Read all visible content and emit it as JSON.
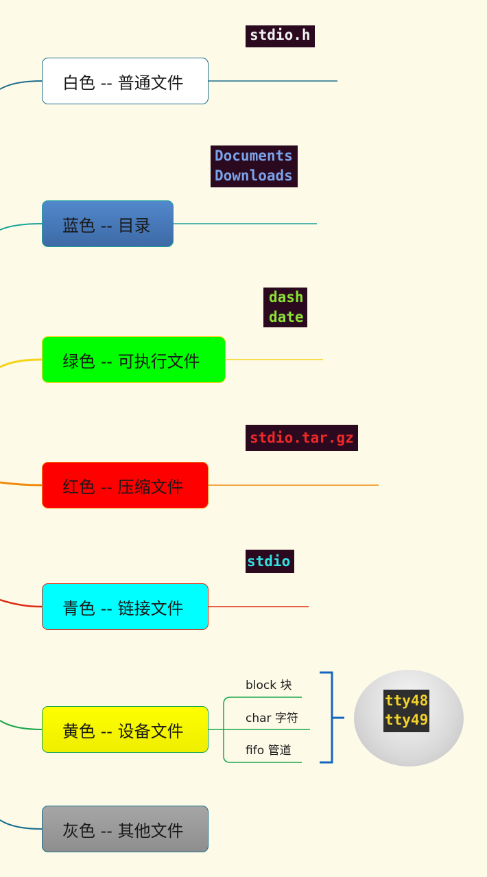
{
  "nodes": [
    {
      "label": "白色 -- 普通文件",
      "color": "#ffffff",
      "branch": "#1f6e8c"
    },
    {
      "label": "蓝色 -- 目录",
      "color": "#4a7ab8",
      "branch": "#1aa39a"
    },
    {
      "label": "绿色 -- 可执行文件",
      "color": "#00ff00",
      "branch": "#f5d317"
    },
    {
      "label": "红色 -- 压缩文件",
      "color": "#ff0000",
      "branch": "#f08a0c"
    },
    {
      "label": "青色 -- 链接文件",
      "color": "#00ffff",
      "branch": "#e02a10"
    },
    {
      "label": "黄色 -- 设备文件",
      "color": "#ffff00",
      "branch": "#19a64a"
    },
    {
      "label": "灰色 -- 其他文件",
      "color": "#999999",
      "branch": "#1a6d8e"
    }
  ],
  "examples": {
    "regular": "stdio.h",
    "directory": "Documents\nDownloads",
    "executable": "dash\ndate",
    "archive": "stdio.tar.gz",
    "link": "stdio",
    "device": "tty48\ntty49"
  },
  "device_types": [
    "block 块",
    "char 字符",
    "fifo 管道"
  ]
}
